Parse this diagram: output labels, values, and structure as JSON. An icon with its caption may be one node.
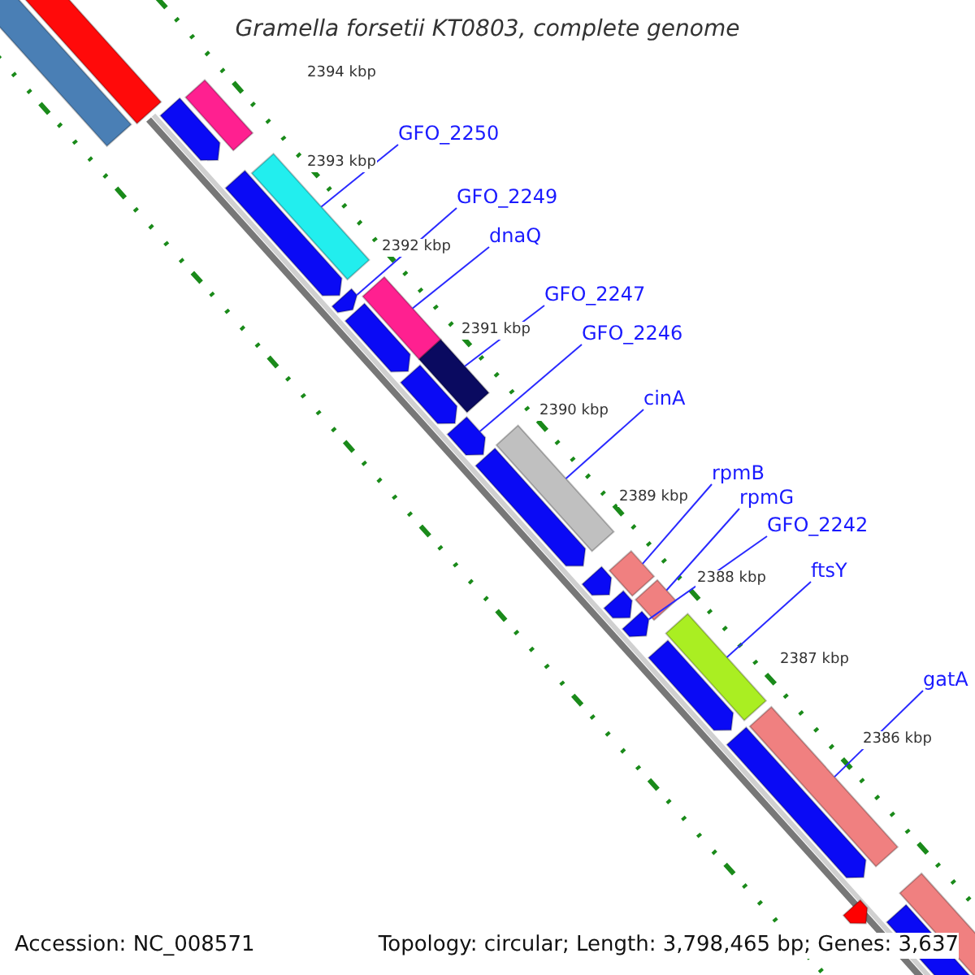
{
  "diagram": {
    "title": "Gramella forsetii KT0803, complete genome",
    "nodes": [
      {
        "text": [
          "GFO_2250"
        ]
      },
      {
        "text": [
          "GFO_2249"
        ]
      },
      {
        "text": [
          "dnaQ"
        ]
      },
      {
        "text": [
          "GFO_2247"
        ]
      },
      {
        "text": [
          "GFO_2246"
        ]
      },
      {
        "text": [
          "cinA"
        ]
      },
      {
        "text": [
          "rpmB"
        ]
      },
      {
        "text": [
          "rpmG"
        ]
      },
      {
        "text": [
          "GFO_2242"
        ]
      },
      {
        "text": [
          "ftsY"
        ]
      },
      {
        "text": [
          "gatA"
        ]
      },
      {
        "text": [],
        "shape": "bar"
      },
      {
        "text": [],
        "shape": "bar"
      },
      {
        "text": [],
        "shape": "bar"
      },
      {
        "text": [],
        "shape": "bar"
      },
      {
        "text": [],
        "shape": "bar"
      },
      {
        "text": [],
        "shape": "bar"
      },
      {
        "text": [],
        "shape": "bar"
      },
      {
        "text": [],
        "shape": "bar"
      },
      {
        "text": [],
        "shape": "bar"
      },
      {
        "text": [],
        "shape": "bar"
      },
      {
        "text": [],
        "shape": "bar"
      },
      {
        "text": [],
        "shape": "bar"
      },
      {
        "text": [],
        "shape": "bar"
      },
      {
        "text": [],
        "shape": "bar"
      },
      {
        "text": [],
        "shape": "bar"
      },
      {
        "text": [],
        "shape": "bar"
      },
      {
        "text": [],
        "shape": "bar"
      },
      {
        "text": [],
        "shape": "bar"
      },
      {
        "text": [],
        "shape": "bar"
      },
      {
        "text": [],
        "shape": "bar"
      },
      {
        "text": [],
        "shape": "bar"
      },
      {
        "text": [],
        "shape": "bar"
      },
      {
        "text": [],
        "shape": "bar"
      },
      {
        "text": [],
        "shape": "bar"
      },
      {
        "text": [],
        "shape": "bar"
      },
      {
        "text": [],
        "shape": "bar"
      }
    ],
    "edges": [
      {
        "from": 0,
        "to": 15,
        "arrow": "none"
      },
      {
        "from": 1,
        "to": 17,
        "arrow": "none"
      },
      {
        "from": 2,
        "to": 18,
        "arrow": "none"
      },
      {
        "from": 3,
        "to": 20,
        "arrow": "none"
      },
      {
        "from": 4,
        "to": 22,
        "arrow": "none"
      },
      {
        "from": 5,
        "to": 23,
        "arrow": "none"
      },
      {
        "from": 6,
        "to": 25,
        "arrow": "none"
      },
      {
        "from": 7,
        "to": 27,
        "arrow": "none"
      },
      {
        "from": 8,
        "to": 29,
        "arrow": "none"
      },
      {
        "from": 9,
        "to": 30,
        "arrow": "none"
      },
      {
        "from": 10,
        "to": 32,
        "arrow": "none"
      }
    ],
    "labels": [
      "2394 kbp",
      "2393 kbp",
      "2392 kbp",
      "2391 kbp",
      "2390 kbp",
      "2389 kbp",
      "2388 kbp",
      "2387 kbp",
      "2386 kbp",
      "Accession: NC_008571",
      "Topology: circular; Length: 3,798,465 bp; Genes: 3,637"
    ]
  }
}
